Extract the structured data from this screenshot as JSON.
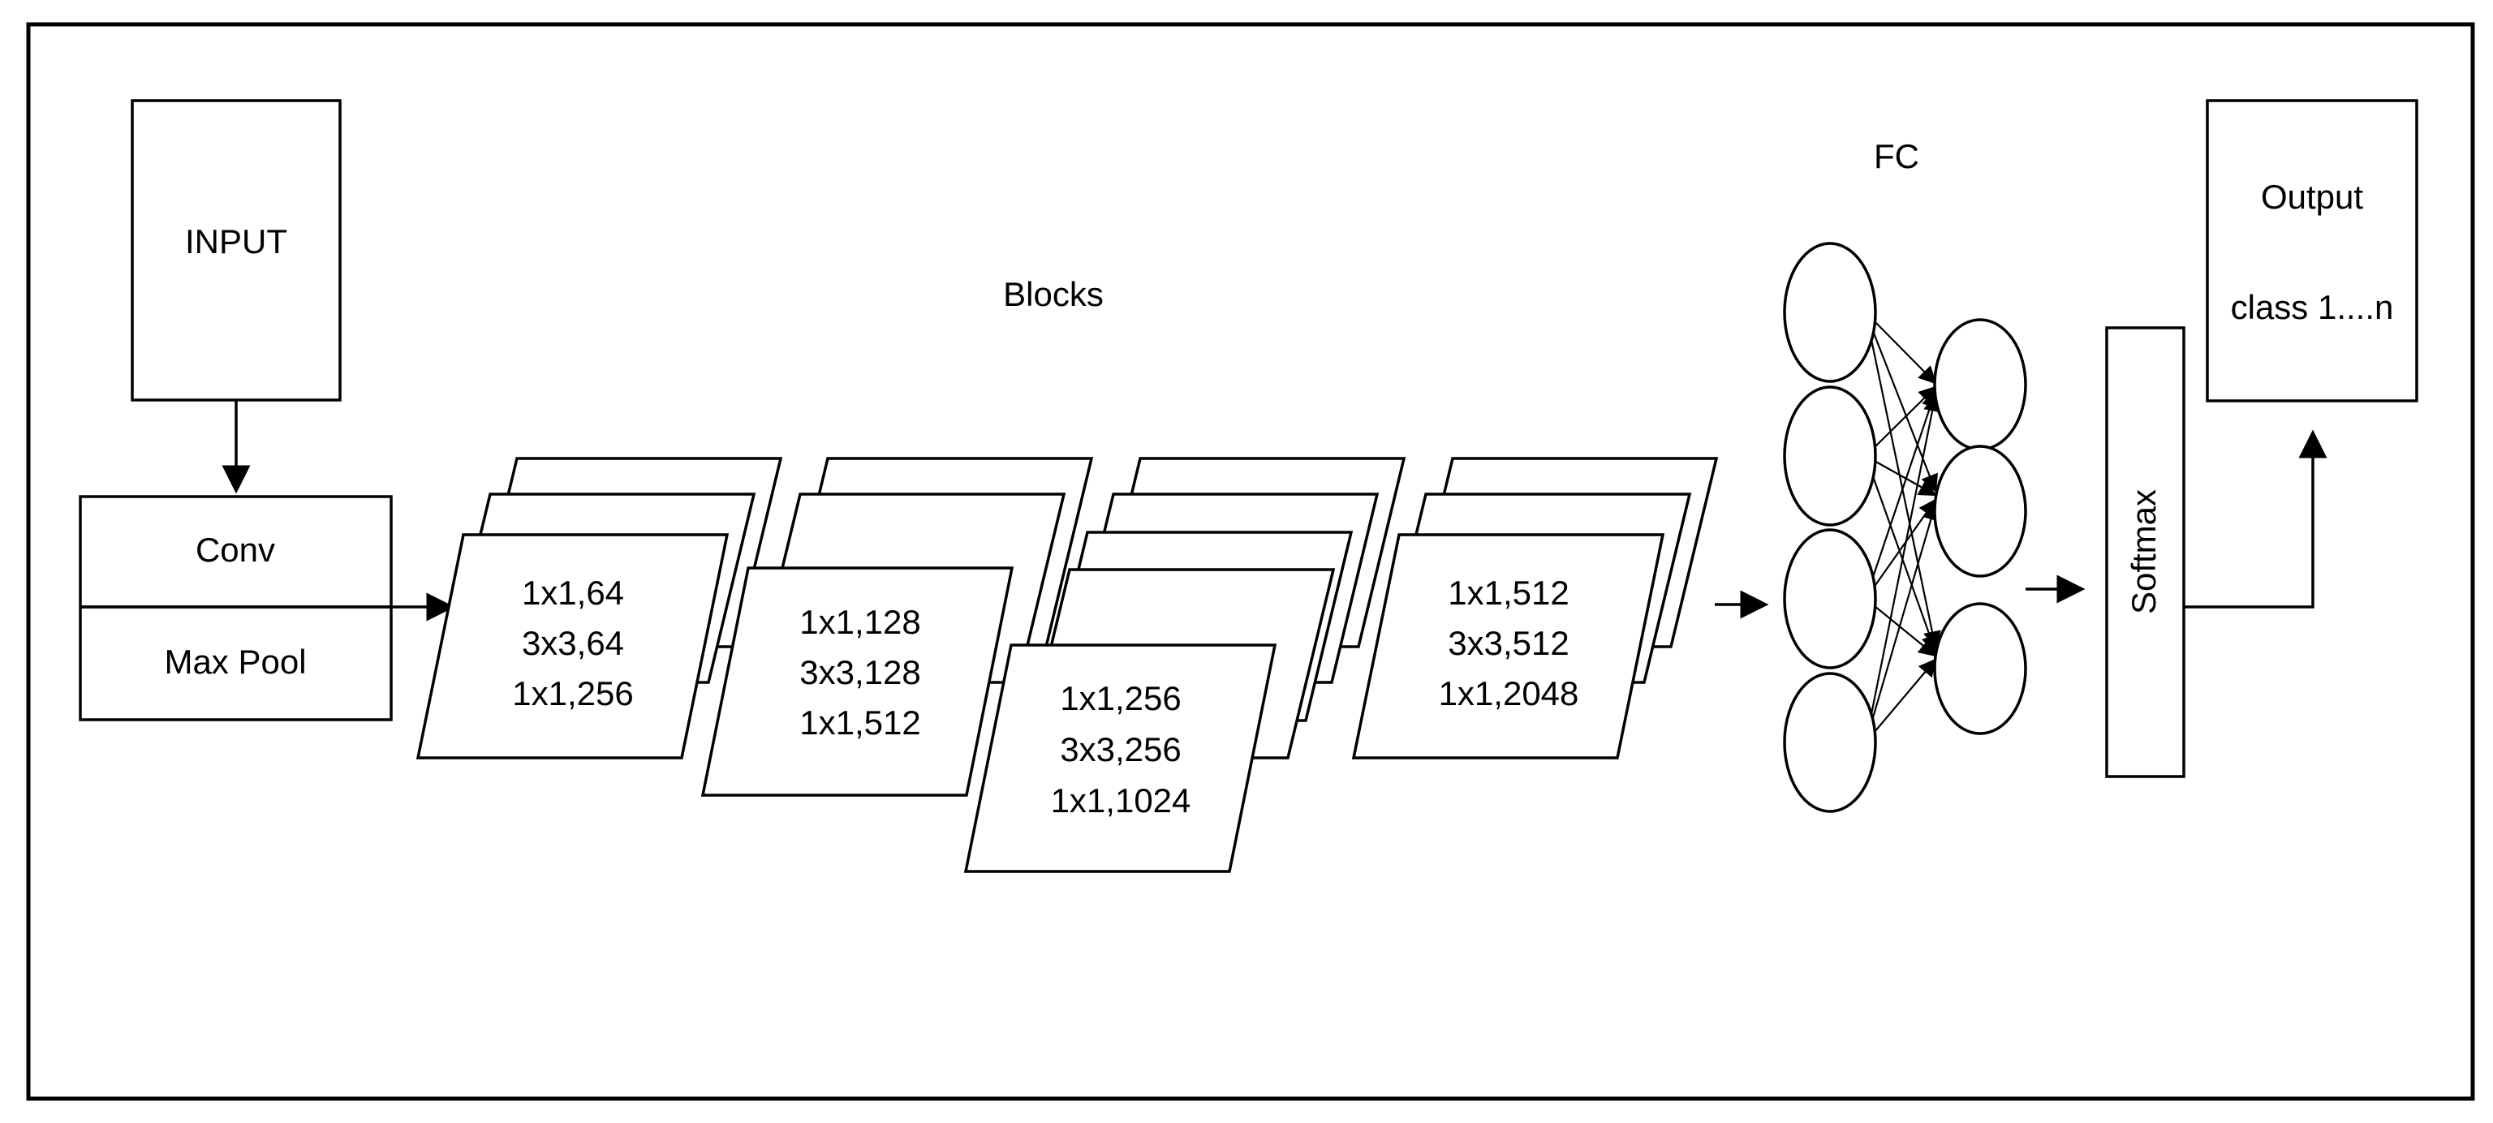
{
  "input": {
    "label": "INPUT"
  },
  "stem": {
    "conv_label": "Conv",
    "pool_label": "Max Pool"
  },
  "blocks_title": "Blocks",
  "blocks": [
    {
      "lines": [
        "1x1,64",
        "3x3,64",
        "1x1,256"
      ]
    },
    {
      "lines": [
        "1x1,128",
        "3x3,128",
        "1x1,512"
      ]
    },
    {
      "lines": [
        "1x1,256",
        "3x3,256",
        "1x1,1024"
      ]
    },
    {
      "lines": [
        "1x1,512",
        "3x3,512",
        "1x1,2048"
      ]
    }
  ],
  "fc": {
    "label": "FC",
    "left_nodes": 4,
    "right_nodes": 3
  },
  "softmax": {
    "label": "Softmax"
  },
  "output": {
    "title": "Output",
    "classes": "class 1....n"
  }
}
